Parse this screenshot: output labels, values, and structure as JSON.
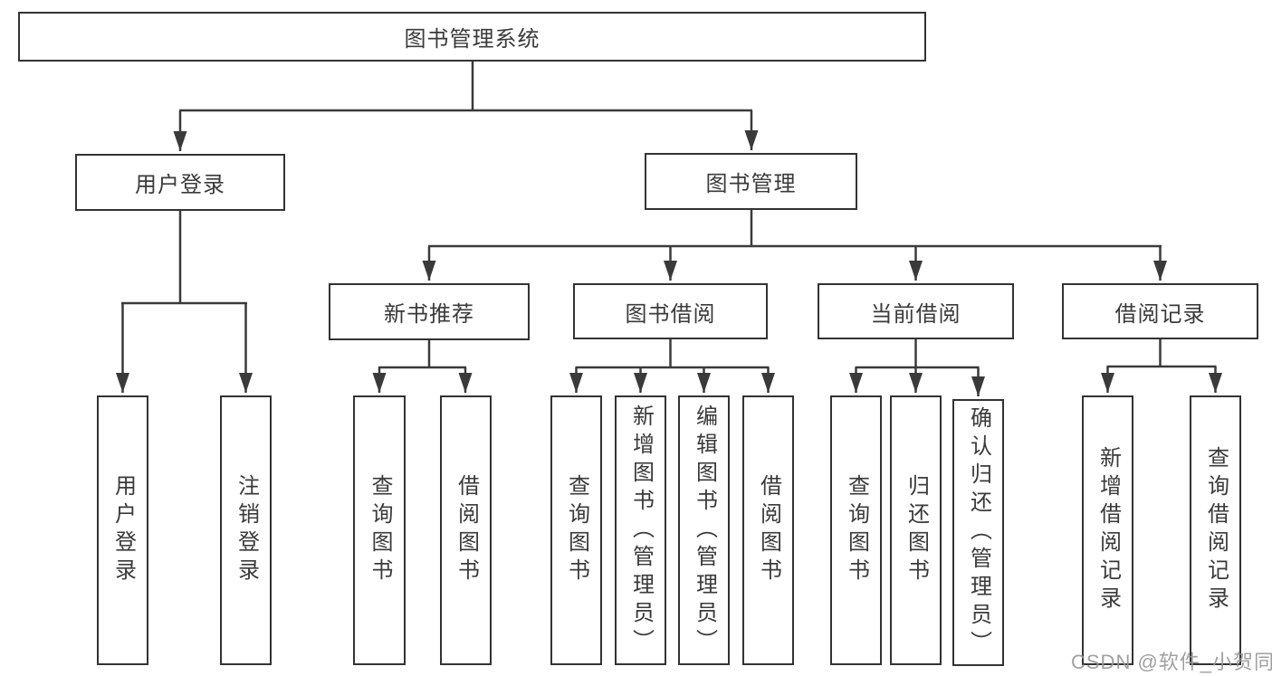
{
  "root": {
    "label": "图书管理系统"
  },
  "branches": {
    "user_login": {
      "label": "用户登录",
      "children": [
        {
          "label": "用户登录"
        },
        {
          "label": "注销登录"
        }
      ]
    },
    "book_management": {
      "label": "图书管理",
      "sections": [
        {
          "label": "新书推荐",
          "children": [
            {
              "label": "查询图书"
            },
            {
              "label": "借阅图书"
            }
          ]
        },
        {
          "label": "图书借阅",
          "children": [
            {
              "label": "查询图书"
            },
            {
              "label": "新增图书（管理员）"
            },
            {
              "label": "编辑图书（管理员）"
            },
            {
              "label": "借阅图书"
            }
          ]
        },
        {
          "label": "当前借阅",
          "children": [
            {
              "label": "查询图书"
            },
            {
              "label": "归还图书"
            },
            {
              "label": "确认归还（管理员）"
            }
          ]
        },
        {
          "label": "借阅记录",
          "children": [
            {
              "label": "新增借阅记录"
            },
            {
              "label": "查询借阅记录"
            }
          ]
        }
      ]
    }
  },
  "colors": {
    "line": "#3a3a3a",
    "border": "#333333",
    "text": "#3a3a3a",
    "background": "#ffffff",
    "watermark": "#969696"
  },
  "watermark": {
    "text": "CSDN @软件_小贺同学"
  }
}
